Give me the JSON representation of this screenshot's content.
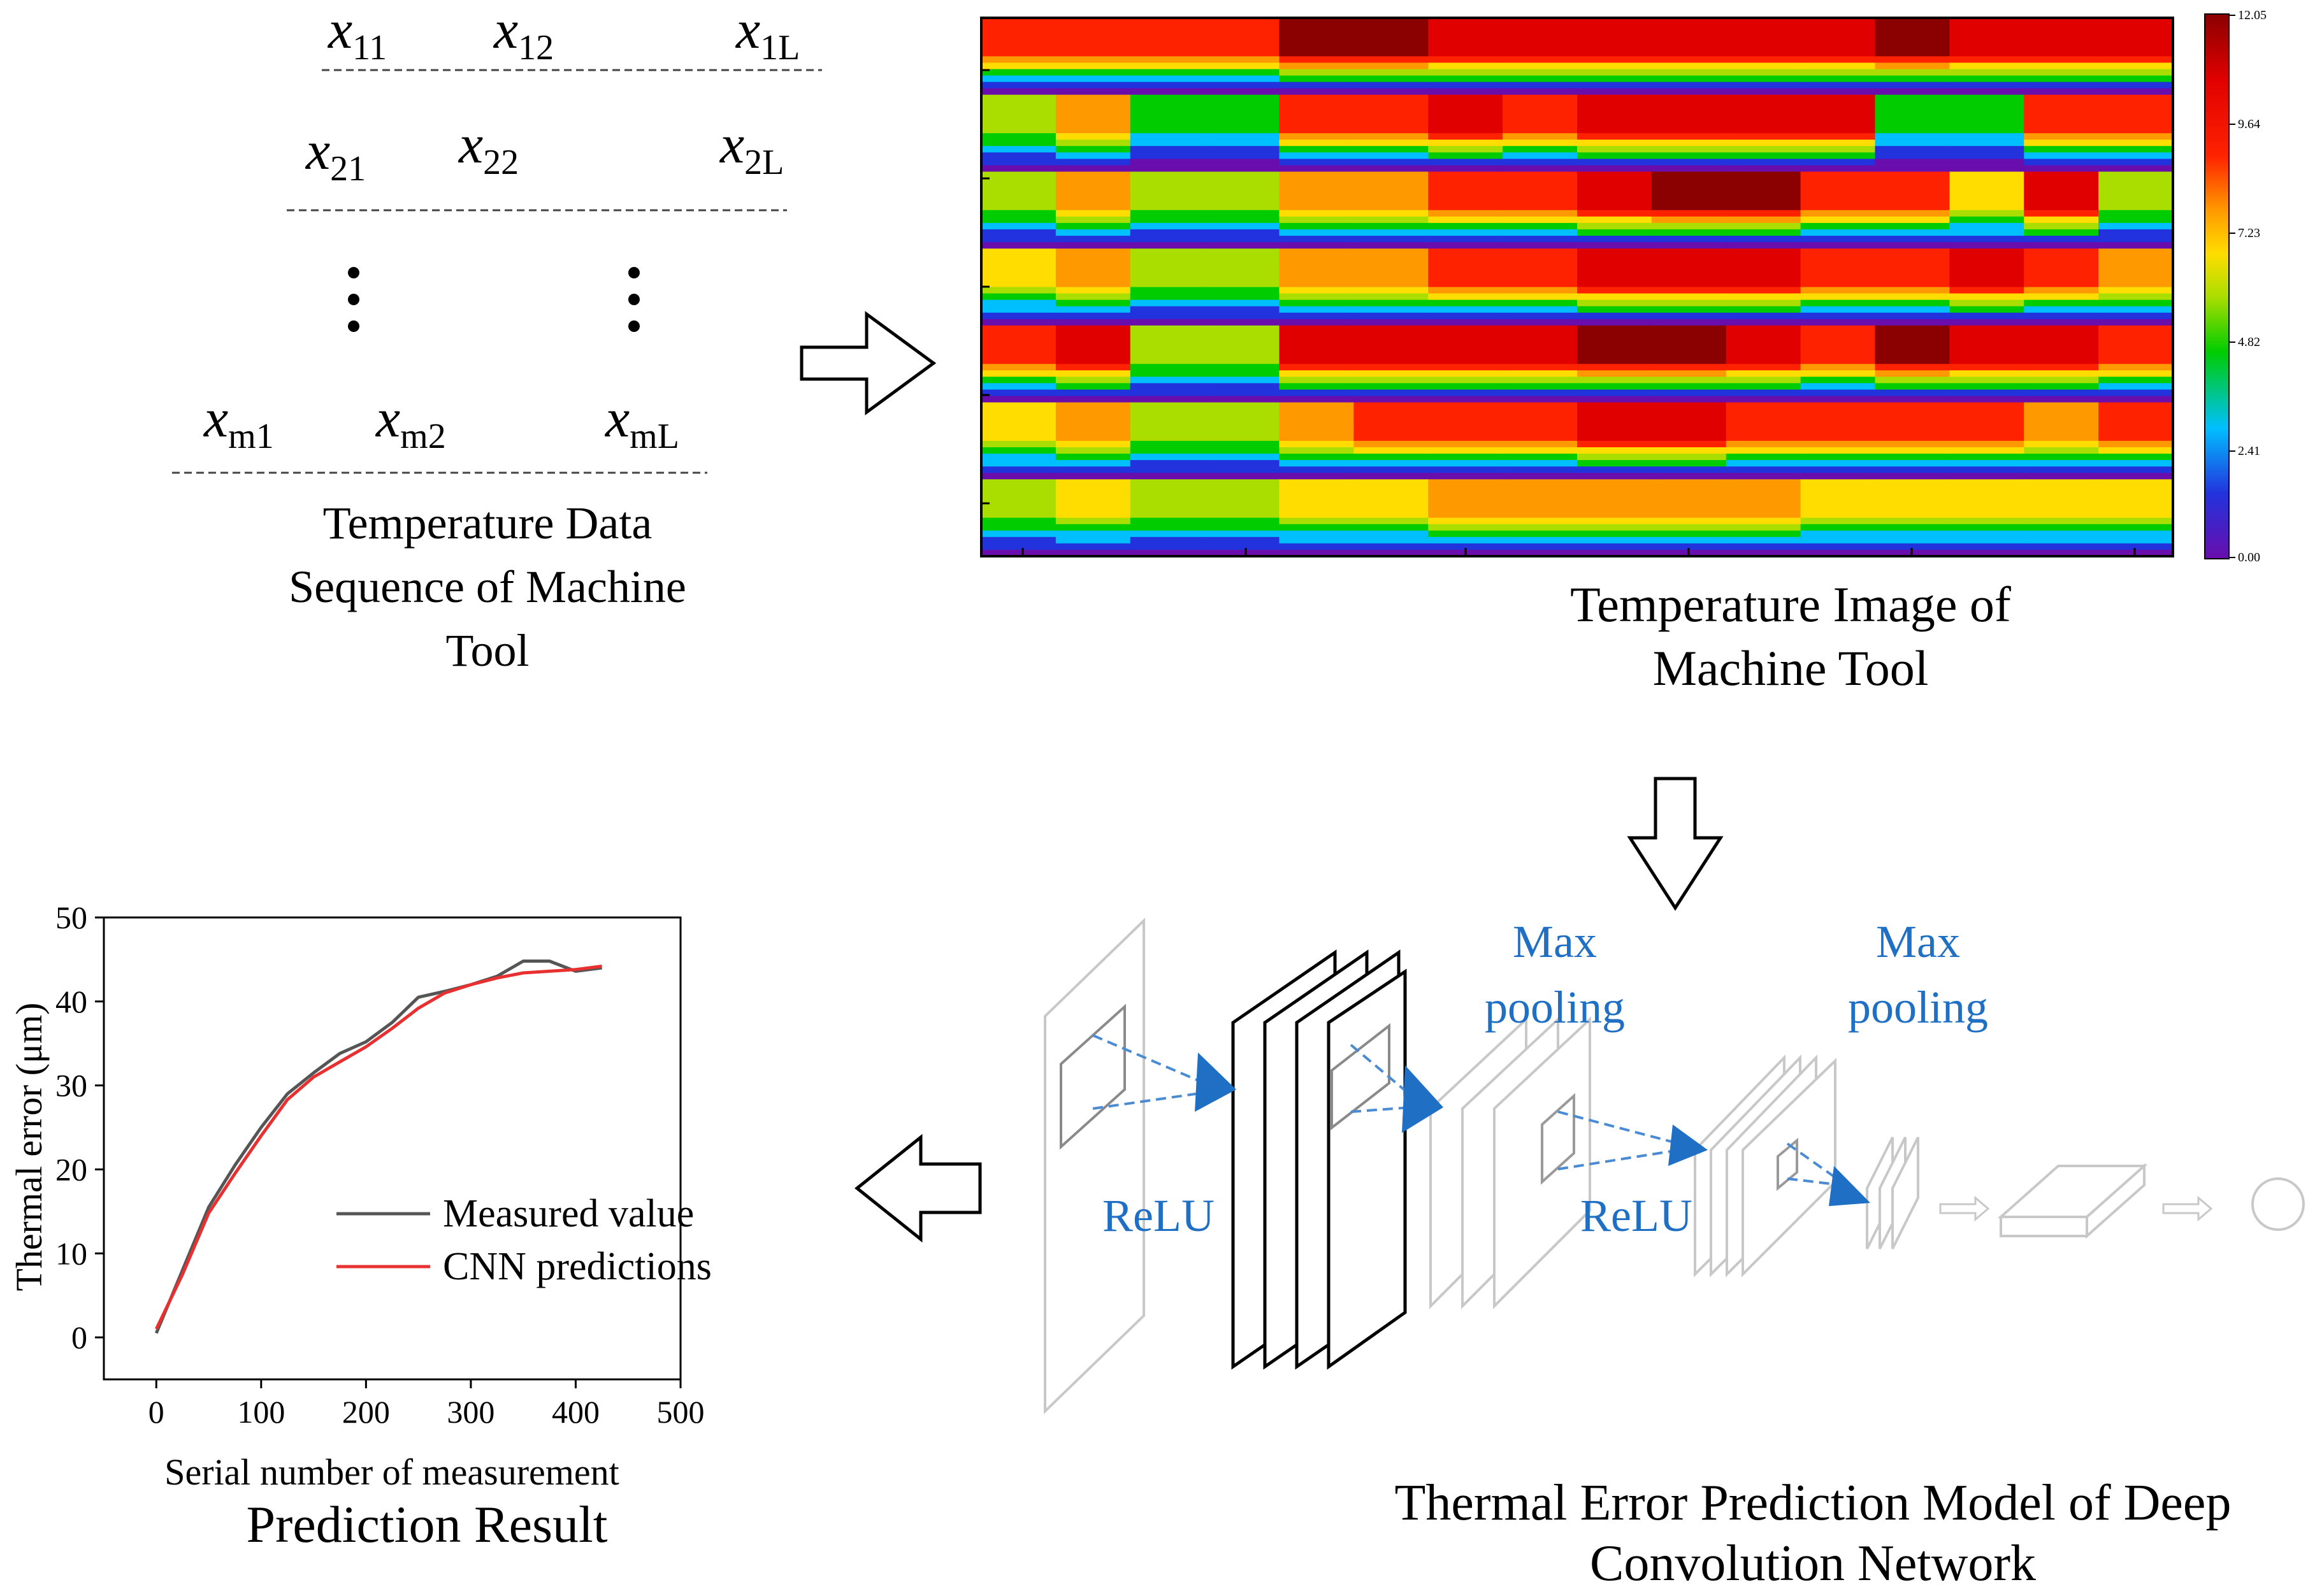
{
  "sequence": {
    "rows": [
      [
        {
          "base": "x",
          "sub": "11"
        },
        {
          "base": "x",
          "sub": "12"
        },
        {
          "base": "x",
          "sub": "1L"
        }
      ],
      [
        {
          "base": "x",
          "sub": "21"
        },
        {
          "base": "x",
          "sub": "22"
        },
        {
          "base": "x",
          "sub": "2L"
        }
      ],
      [
        {
          "base": "x",
          "sub": "m1"
        },
        {
          "base": "x",
          "sub": "m2"
        },
        {
          "base": "x",
          "sub": "mL"
        }
      ]
    ],
    "caption": [
      "Temperature Data",
      "Sequence of Machine",
      "Tool"
    ]
  },
  "temperature_image": {
    "caption": [
      "Temperature Image of",
      "Machine Tool"
    ],
    "colorbar_ticks": [
      "12.05",
      "9.64",
      "7.23",
      "4.82",
      "2.41",
      "0.00"
    ],
    "colormap": [
      "#6a0dad",
      "#2233dd",
      "#00bfff",
      "#00cc00",
      "#aadd00",
      "#ffdd00",
      "#ff9900",
      "#ff2200",
      "#e00000",
      "#8b0000"
    ]
  },
  "cnn_model": {
    "labels": {
      "relu_1": "ReLU",
      "relu_2": "ReLU",
      "max_pooling_1": [
        "Max",
        "pooling"
      ],
      "max_pooling_2": [
        "Max",
        "pooling"
      ]
    },
    "caption": [
      "Thermal Error Prediction Model of Deep",
      "Convolution Network"
    ],
    "accent_color": "#1f6fc5"
  },
  "chart_data": {
    "type": "line",
    "xlabel": "Serial number of measurement",
    "ylabel": "Thermal error (μm)",
    "xlim": [
      -50,
      500
    ],
    "ylim": [
      -5,
      50
    ],
    "xticks": [
      0,
      100,
      200,
      300,
      400,
      500
    ],
    "yticks": [
      0,
      10,
      20,
      30,
      40,
      50
    ],
    "legend_position": "center-right",
    "series": [
      {
        "name": "Measured value",
        "color": "#555555",
        "x": [
          0,
          25,
          50,
          75,
          100,
          125,
          150,
          175,
          200,
          225,
          250,
          275,
          300,
          325,
          350,
          375,
          400,
          425
        ],
        "y": [
          0.5,
          8,
          15.5,
          20.5,
          25,
          29,
          31.5,
          33.8,
          35.2,
          37.5,
          40.5,
          41.2,
          42,
          43,
          44.8,
          44.8,
          43.6,
          44
        ]
      },
      {
        "name": "CNN predictions",
        "color": "#e83030",
        "x": [
          0,
          25,
          50,
          75,
          100,
          125,
          150,
          175,
          200,
          225,
          250,
          275,
          300,
          325,
          350,
          375,
          400,
          425
        ],
        "y": [
          1,
          7.5,
          14.8,
          19.5,
          24,
          28.3,
          31,
          32.8,
          34.6,
          36.8,
          39.2,
          41,
          42,
          42.8,
          43.4,
          43.6,
          43.8,
          44.2
        ]
      }
    ],
    "caption": "Prediction Result"
  }
}
